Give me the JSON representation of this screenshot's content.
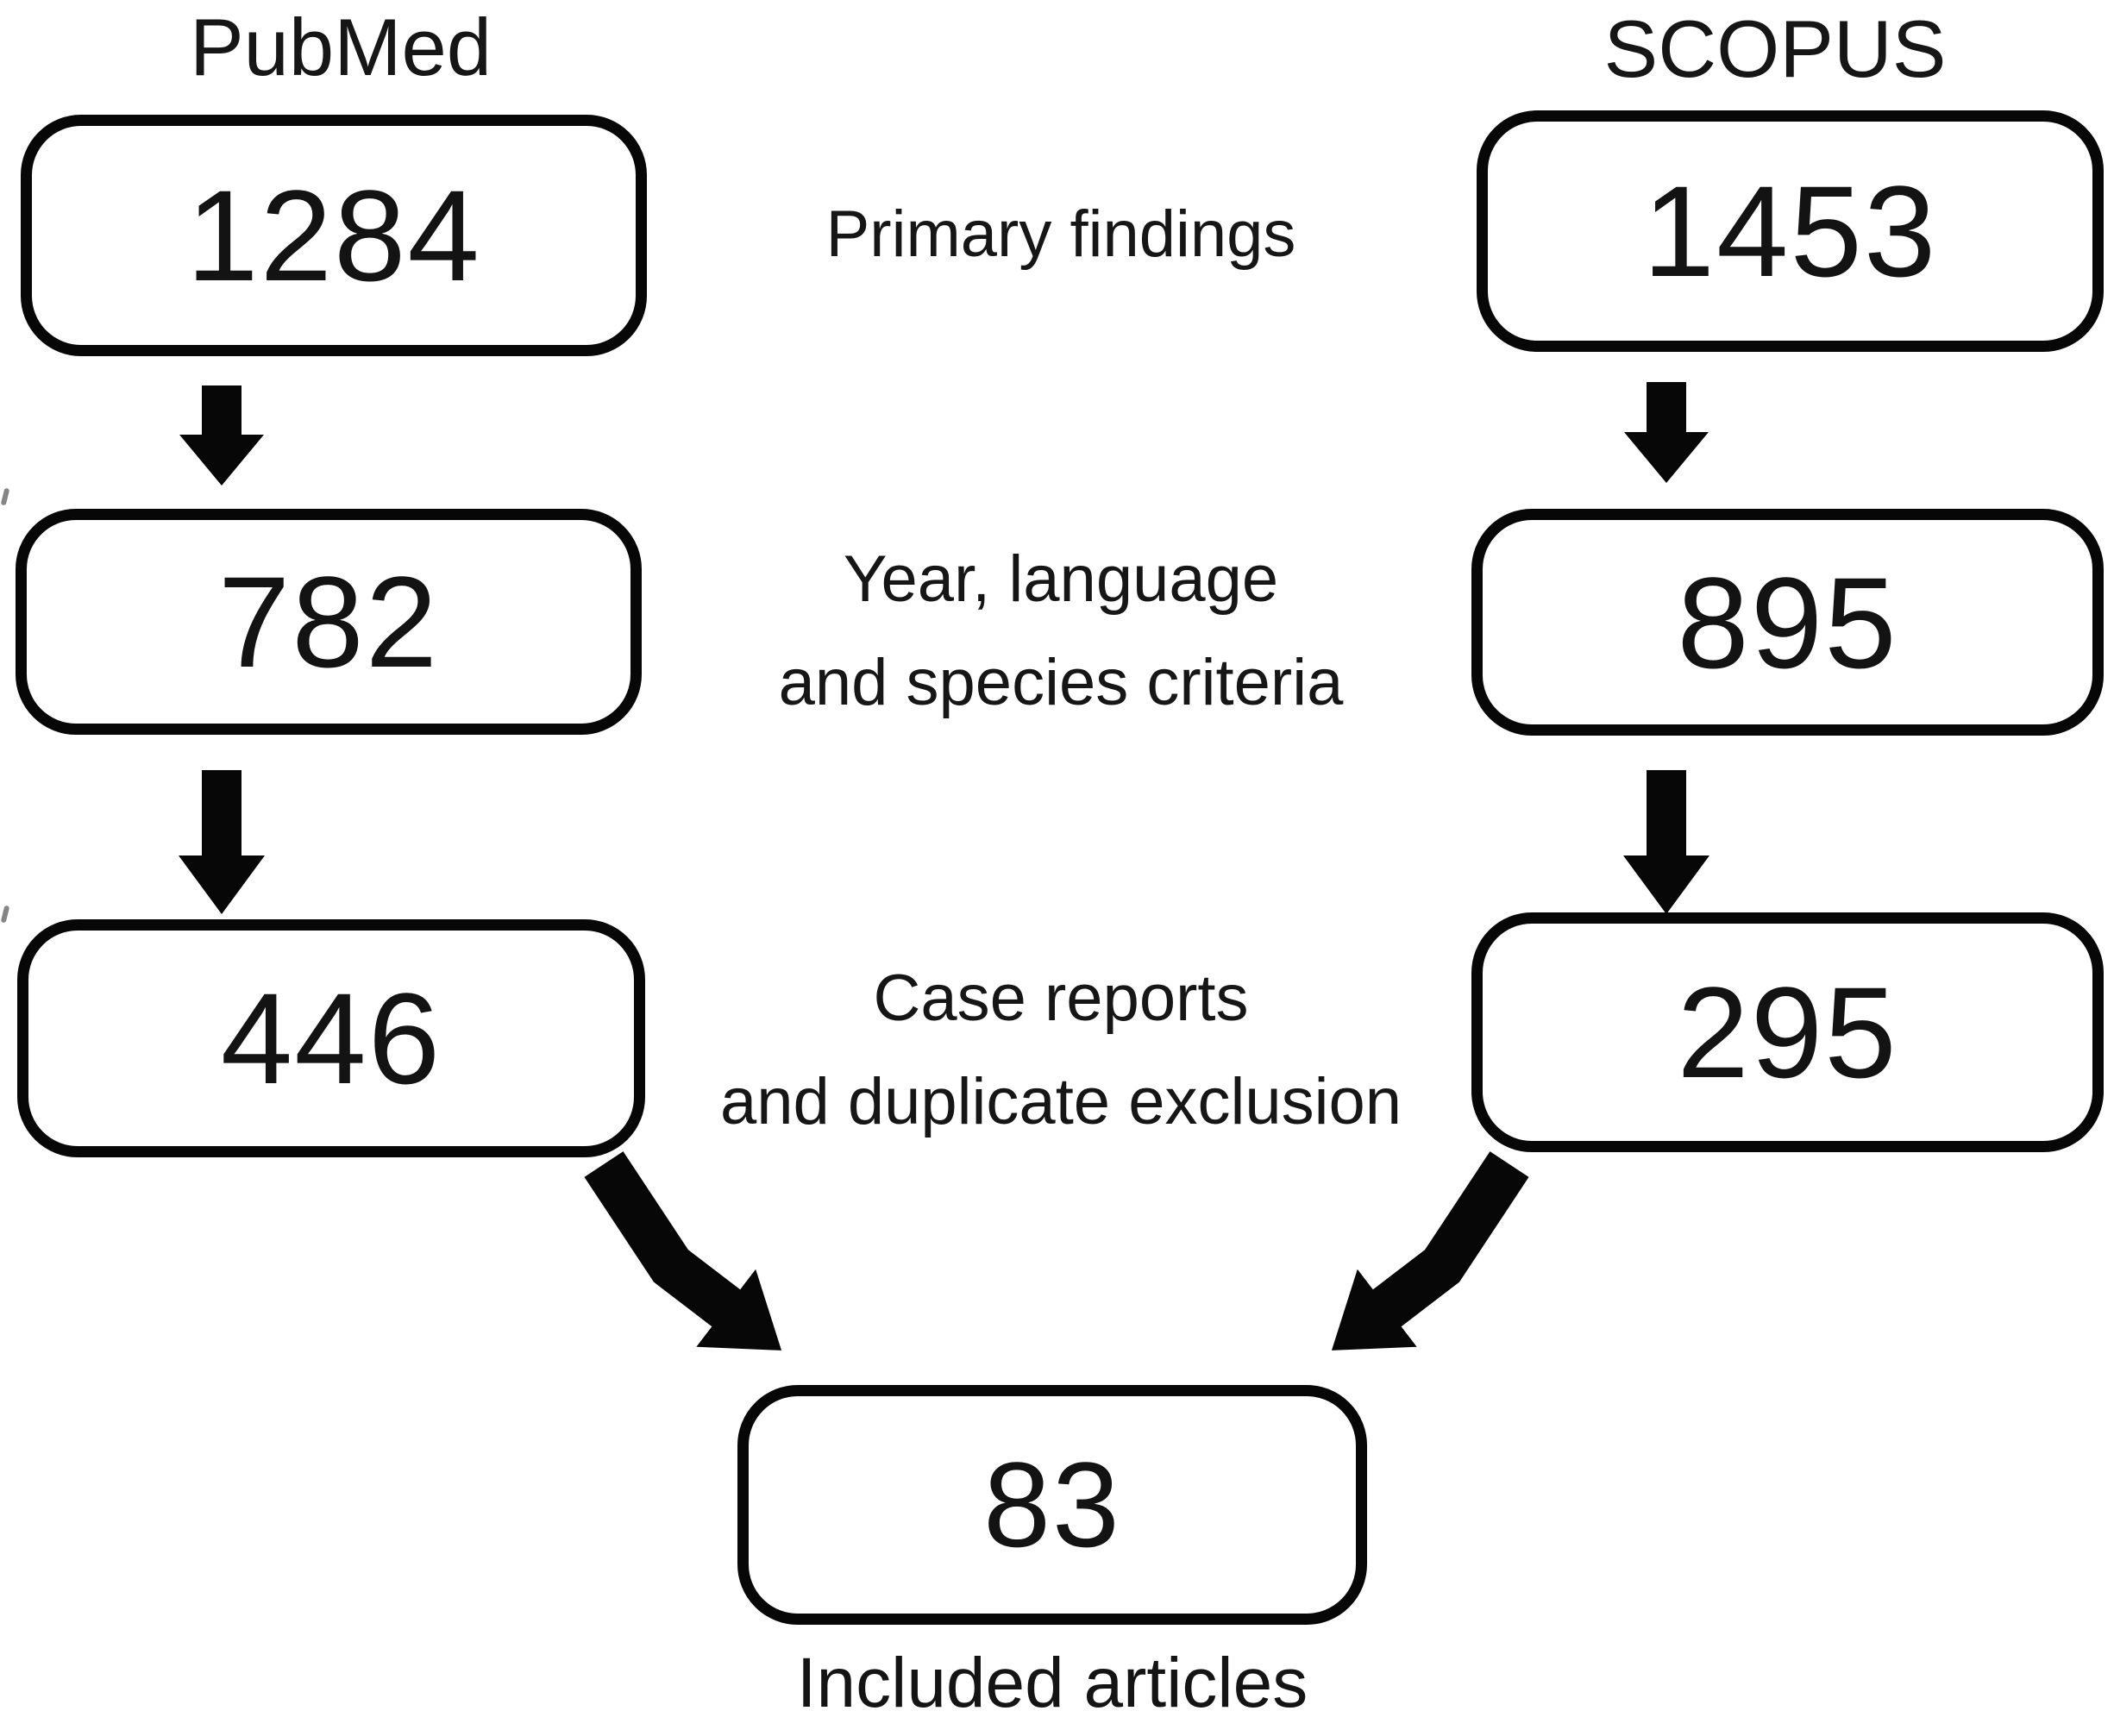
{
  "page": {
    "background": "#ffffff",
    "ink": "#0a0a0a"
  },
  "diagram": {
    "type": "flowchart",
    "sources": {
      "left": {
        "label": "PubMed",
        "counts": [
          "1284",
          "782",
          "446"
        ]
      },
      "right": {
        "label": "SCOPUS",
        "counts": [
          "1453",
          "895",
          "295"
        ]
      }
    },
    "stages": [
      {
        "line1": "Primary findings",
        "line2": ""
      },
      {
        "line1": "Year, language",
        "line2": "and species criteria"
      },
      {
        "line1": "Case reports",
        "line2": "and duplicate exclusion"
      }
    ],
    "result": {
      "count": "83",
      "caption": "Included articles"
    },
    "icons": {
      "down_arrow": "thick solid black arrow pointing down",
      "merge_arrow_left": "thick solid black bent arrow pointing down-right",
      "merge_arrow_right": "thick solid black bent arrow pointing down-left"
    }
  }
}
